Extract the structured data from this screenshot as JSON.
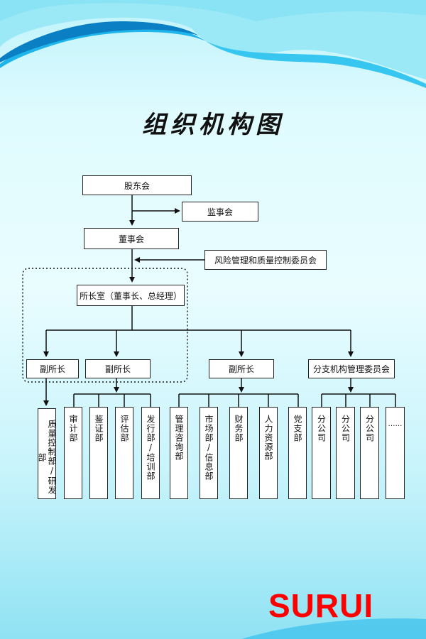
{
  "title": "组织机构图",
  "brand": "SURUI",
  "colors": {
    "brand": "#ff0000",
    "wave_dark": "#0a7fc4",
    "wave_light": "#1fb4ea",
    "line": "#111111"
  },
  "nodes": {
    "shareholders": "股东会",
    "supervisors": "监事会",
    "board": "董事会",
    "risk_committee": "风险管理和质量控制委员会",
    "director_office": "所长室（董事长、总经理）",
    "deputy_1": "副所长",
    "deputy_2": "副所长",
    "deputy_3": "副所长",
    "branch_committee": "分支机构管理委员会"
  },
  "departments": [
    "质量控制部/研发部",
    "审计部",
    "鉴证部",
    "评估部",
    "发行部/培训部",
    "管理咨询部",
    "市场部/信息部",
    "财务部",
    "人力资源部",
    "党支部",
    "分公司",
    "分公司",
    "分公司",
    "……"
  ]
}
